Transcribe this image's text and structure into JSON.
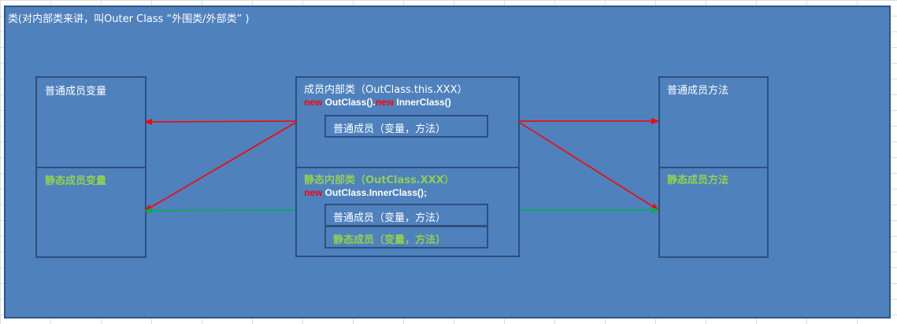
{
  "outer_title": "类(对内部类来讲，叫Outer Class “外围类/外部类” )",
  "left": {
    "normal_var": "普通成员变量",
    "static_var": "静态成员变量"
  },
  "center": {
    "member_inner_title": "成员内部类（OutClass.this.XXX）",
    "member_inner_code": {
      "new1": "new",
      "part1": " OutClass().",
      "new2": "new",
      "part2": " InnerClass()"
    },
    "member_inner_member": "普通成员（变量，方法）",
    "static_inner_title": "静态内部类（OutClass.XXX）",
    "static_inner_code": {
      "new1": "new",
      "part1": " OutClass.InnerClass();"
    },
    "static_inner_normal_member": "普通成员（变量，方法）",
    "static_inner_static_member": "静态成员（变量，方法）"
  },
  "right": {
    "normal_method": "普通成员方法",
    "static_method": "静态成员方法"
  },
  "colors": {
    "outer_fill": "#4f81bd",
    "box_border": "#2e4f7d",
    "arrow_red": "#ff0000",
    "arrow_green": "#00b050",
    "static_text": "#92d050"
  }
}
